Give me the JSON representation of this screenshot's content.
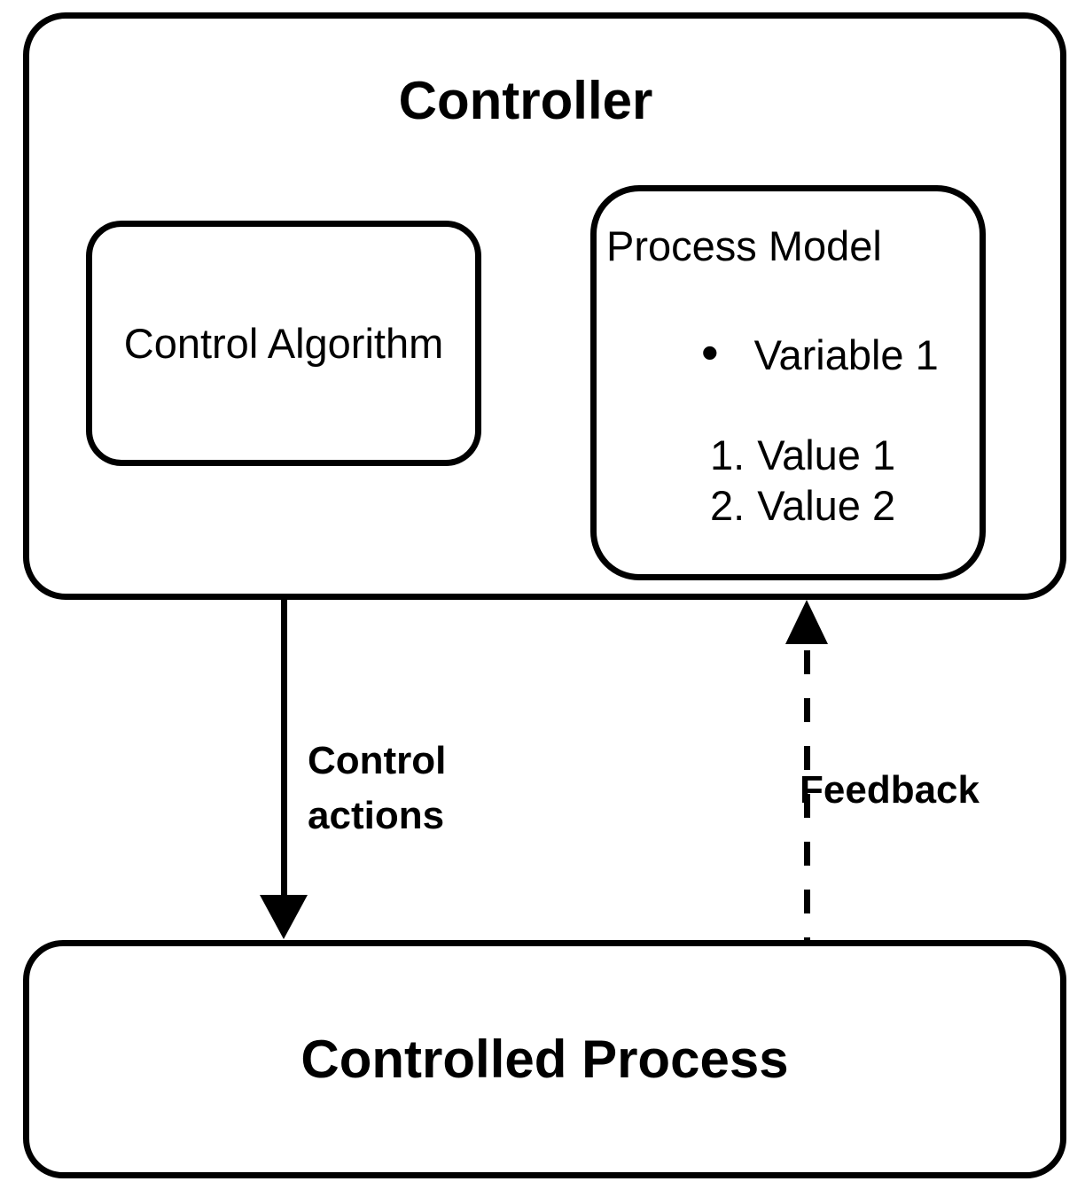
{
  "diagram": {
    "background_color": "#ffffff",
    "stroke_color": "#000000",
    "text_color": "#000000",
    "controller": {
      "title": "Controller",
      "control_algorithm": {
        "label": "Control Algorithm"
      },
      "process_model": {
        "title": "Process Model",
        "bullet_glyph": "•",
        "bullet_items": [
          {
            "text": "Variable 1"
          }
        ],
        "numbered_items": [
          {
            "number": "1.",
            "text": "Value 1"
          },
          {
            "number": "2.",
            "text": "Value 2"
          }
        ]
      }
    },
    "arrows": {
      "control_actions": {
        "label_line1": "Control",
        "label_line2": "actions",
        "style": "solid",
        "direction": "down"
      },
      "feedback": {
        "label": "Feedback",
        "style": "dashed",
        "direction": "up"
      }
    },
    "controlled_process": {
      "label": "Controlled Process"
    }
  }
}
